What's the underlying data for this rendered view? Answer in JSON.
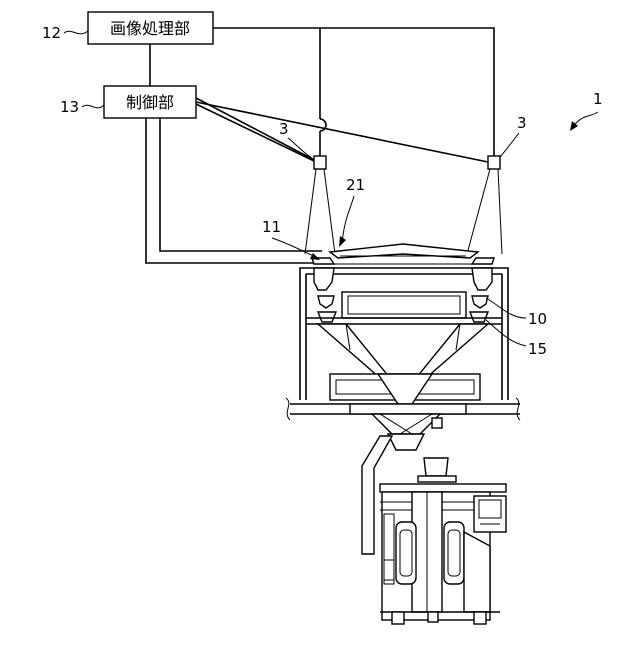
{
  "boxes": {
    "image_processing": "画像処理部",
    "control": "制御部"
  },
  "refs": {
    "r12": "12",
    "r13": "13",
    "r1": "1",
    "r3_left": "3",
    "r3_right": "3",
    "r21": "21",
    "r11": "11",
    "r10": "10",
    "r15": "15"
  }
}
